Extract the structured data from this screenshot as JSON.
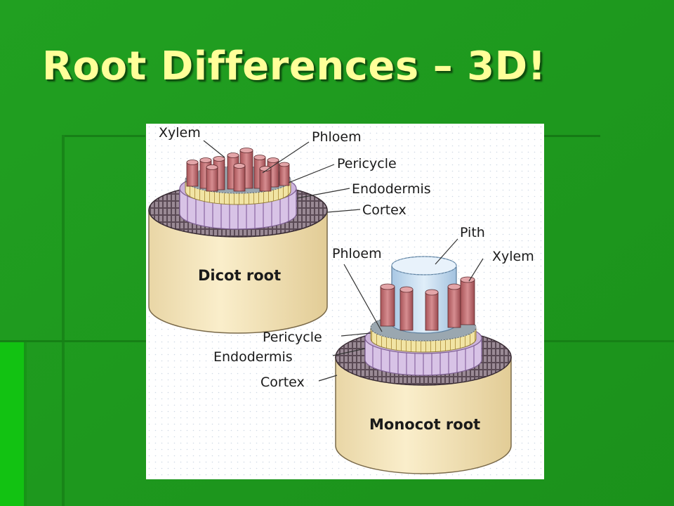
{
  "slide": {
    "title": "Root Differences – 3D!",
    "colors": {
      "background": "#1f9a1f",
      "title": "#ffff99"
    }
  },
  "diagram": {
    "dicot": {
      "name": "Dicot root",
      "labels": {
        "xylem": "Xylem",
        "phloem": "Phloem",
        "pericycle": "Pericycle",
        "endodermis": "Endodermis",
        "cortex": "Cortex"
      }
    },
    "monocot": {
      "name": "Monocot root",
      "labels": {
        "pith": "Pith",
        "phloem": "Phloem",
        "xylem": "Xylem",
        "pericycle": "Pericycle",
        "endodermis": "Endodermis",
        "cortex": "Cortex"
      }
    },
    "colors": {
      "cortex": "#f7e9c4",
      "endodermis": "#d8c3e6",
      "pericycle": "#f1e4a4",
      "xylem": "#c9777b",
      "pith": "#c8def0"
    }
  }
}
